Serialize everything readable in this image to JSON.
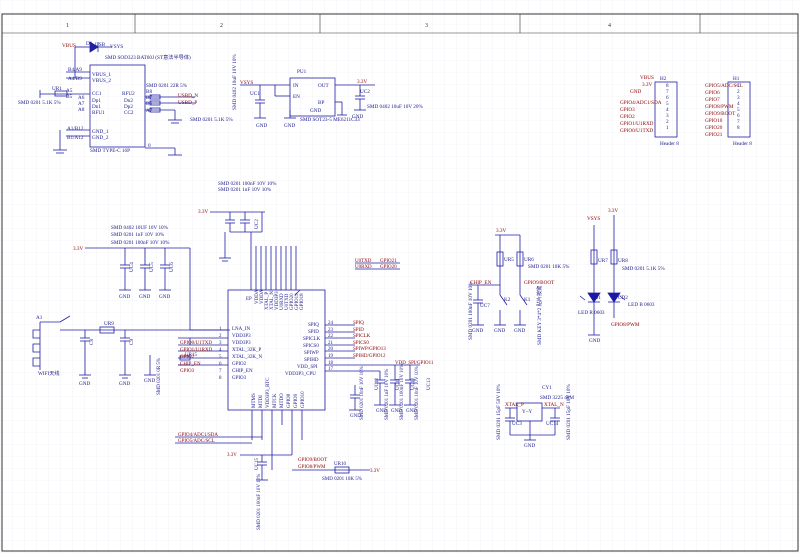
{
  "colors": {
    "wire": "#1f1fa6",
    "text": "#1a1a8a",
    "netlabel": "#8b0000",
    "pin": "#8b0000",
    "border": "#333333",
    "grid": "#ebebf3",
    "led": "#1a1aa6"
  },
  "columns": [
    "1",
    "2",
    "3",
    "4"
  ],
  "usb": {
    "diode_label": "USB",
    "diode_net": "VBUS",
    "diode_ref": "D1",
    "vsys": "VSYS",
    "diode_part": "SMD SOD323 BAT60J  (ST意法半导体)",
    "part": "SMD TYPE-C 16P",
    "cc_res_ref": "UR1",
    "cc_res_val": "SMD 0201 5.1K 5%",
    "cc2_res_ref": "UR2",
    "cc2_res_val": "SMD 0201 5.1K 5%",
    "series_res_val": "SMD 0201 22R 5%",
    "pins_left": [
      "B4/A9",
      "A4/B9",
      "VBUS_1",
      "VBUS_2",
      "A5",
      "B5",
      "CC1",
      "Dp1",
      "Dn1",
      "RFU1",
      "A6",
      "A7",
      "A8",
      "A1/B12",
      "B1/A12",
      "GND_1",
      "GND_2"
    ],
    "pins_right": [
      "B8",
      "B7",
      "B6",
      "A7",
      "RFU2",
      "Dn2",
      "Dp2",
      "CC2"
    ],
    "net_dn": "USBD_N",
    "net_dp": "USBD_P",
    "zero": "0"
  },
  "ldo": {
    "ref": "PU1",
    "vsys": "VSYS",
    "out": "3.3V",
    "pins": [
      "IN",
      "EN",
      "OUT",
      "BP",
      "GND"
    ],
    "part": "SMD SOT23-5 ME6211C33",
    "in_cap": "SMD 0402 10uF 10V 10%",
    "out_cap": "SMD 0402 10uF 10V 20%",
    "out_cap_ref": "UC2",
    "in_cap_ref": "UC1",
    "gnd": "GND"
  },
  "headers": {
    "h2_ref": "H2",
    "h2_title": "VBUS",
    "h2_pins": [
      "GPIO4/ADC1/SDA",
      "GPIO3",
      "GPIO2",
      "GPIO1/U1RXD",
      "GPIO0/U1TXD"
    ],
    "h2_gnd": "GND",
    "h2_3v3": "3.3V",
    "h2_nums": [
      "8",
      "7",
      "6",
      "5",
      "4",
      "3",
      "2",
      "1"
    ],
    "h2_label": "Header 8",
    "h1_ref": "H1",
    "h1_pins": [
      "GPIO5/ADC/SCL",
      "GPIO6",
      "GPIO7",
      "GPIO8/PWM",
      "GPIO9/BOOT",
      "GPIO10",
      "GPIO20",
      "GPIO21"
    ],
    "h1_nums": [
      "1",
      "2",
      "3",
      "4",
      "5",
      "6",
      "7",
      "8"
    ],
    "h1_label": "Header 8"
  },
  "top_caps": {
    "line1": "SMD 0201 100nF 10V 10%",
    "line2": "SMD 0201 1nF 10V 10%",
    "rail": "3.3V",
    "ref1": "UC3",
    "ref2": "UC2"
  },
  "left_caps": {
    "line1": "SMD 0402 10UF 10V 10%",
    "line2": "SMD 0201 1nF 10V 10%",
    "line3": "SMD 0201 100nF 10V 10%",
    "rail": "3.3V",
    "refs": [
      "UC4",
      "UC5",
      "UC6"
    ],
    "gnd": "GND"
  },
  "antenna": {
    "ref": "A1",
    "label": "WIFI天线",
    "res_ref": "UR9",
    "cap_left": "C8",
    "cap_right": "C9",
    "gnd": "GND"
  },
  "chip": {
    "left_pins": [
      "LNA_IN",
      "VDD3P3",
      "VDD3P3",
      "XTAL_32K_P",
      "XTAL_32K_N",
      "GPIO2",
      "CHIP_EN",
      "GPIO3"
    ],
    "left_nums": [
      "1",
      "2",
      "3",
      "4",
      "5",
      "6",
      "7",
      "8"
    ],
    "right_pins": [
      "SPIQ",
      "SPID",
      "SPICLK",
      "SPICS0",
      "SPIWP",
      "SPIHD",
      "VDD_SPI",
      "VDD3P3_CPU"
    ],
    "right_nums": [
      "24",
      "23",
      "22",
      "21",
      "20",
      "19",
      "18",
      "17"
    ],
    "top_pins": [
      "EP",
      "VDDA",
      "VDDA",
      "XTAL_P",
      "XTAL_N",
      "VDD3P3",
      "U0RXD",
      "U0TXD",
      "GPIO20",
      "GPIO19",
      "GPIO18"
    ],
    "bottom_pins": [
      "MTMS",
      "MTDI",
      "VDD3P3_RTC",
      "MTCK",
      "MTDO",
      "GPIO8",
      "GPIO9",
      "GPIO10"
    ],
    "left_nets": [
      "GPIO0/U1TXD",
      "GPIO1/U1RXD",
      "GPIO2",
      "CHIP_EN",
      "GPIO3"
    ],
    "right_nets": [
      "SPIQ",
      "SPID",
      "SPICLK",
      "SPICS0",
      "SPIWP/GPIO13",
      "SPIHD/GPIO12",
      "VDD_SPI/GPIO11"
    ],
    "bottom_nets": [
      "GPIO4/ADC1/SDA",
      "GPIO5/ADC/SCL",
      "GPIO9/BOOT",
      "GPIO8/PWM"
    ],
    "txd": "U0TXD",
    "rxd": "U0RXD",
    "gpio21": "GPIO21",
    "gpio20": "GPIO20",
    "rail": "3.3V",
    "gnd": "GND"
  },
  "chip_res": {
    "ref": "UR15",
    "val": "SMD 0201 0R 5%"
  },
  "right_caps": {
    "refs": [
      "UC12",
      "UC11",
      "UC10",
      "UC13"
    ],
    "vals": [
      "SMD 0201 10nF 10V 10%",
      "SMD 0201 1nF 10V 10%",
      "SMD 0201 100nF 10V 10%",
      "SMD 0201 10nF 10V 10%"
    ]
  },
  "bottom": {
    "rail": "3.3V",
    "cap_ref": "UC15",
    "cap_val": "SMD 0201 100nF 10V 10%",
    "res_ref": "UR10",
    "res_val": "SMD 0201 10K 5%",
    "boot": "GPIO9/BOOT",
    "pwm": "GPIO8/PWM",
    "rail2": "3.3V"
  },
  "buttons": {
    "rail": "3.3V",
    "res_ref": "UR5",
    "res2_ref": "UR6",
    "res_val": "SMD 0201 10K 5%",
    "chip_en": "CHIP_EN",
    "boot": "GPIO9/BOOT",
    "cap_ref": "UC7",
    "cap_val": "SMD 0201 100nF 10V 10%",
    "k1": "K1",
    "k2": "K2",
    "key_part": "SMD KEY 3*4*2 贴片按键",
    "gnd": "GND"
  },
  "leds": {
    "vsys": "VSYS",
    "rail": "3.3V",
    "r1_ref": "UR7",
    "r2_ref": "UR8",
    "r_val": "SMD 0201 5.1K 5%",
    "d1_ref": "CD1",
    "d2_ref": "CD2",
    "d1_label": "LED R 0603",
    "d2_label": "LED B 0603",
    "pwm": "GPIO8/PWM",
    "gnd": "GND"
  },
  "crystal": {
    "ref": "CY1",
    "part": "SMD 3225 40M",
    "xp": "XTAL_P",
    "xn": "XTAL_N",
    "c_left": "UC3",
    "c_right": "UC14",
    "c_left_val": "SMD 0201 15pF 50V 10%",
    "c_right_val": "SMD 0201 15pF 10V 10%",
    "gnd": "GND",
    "pins": "Y~Y"
  }
}
